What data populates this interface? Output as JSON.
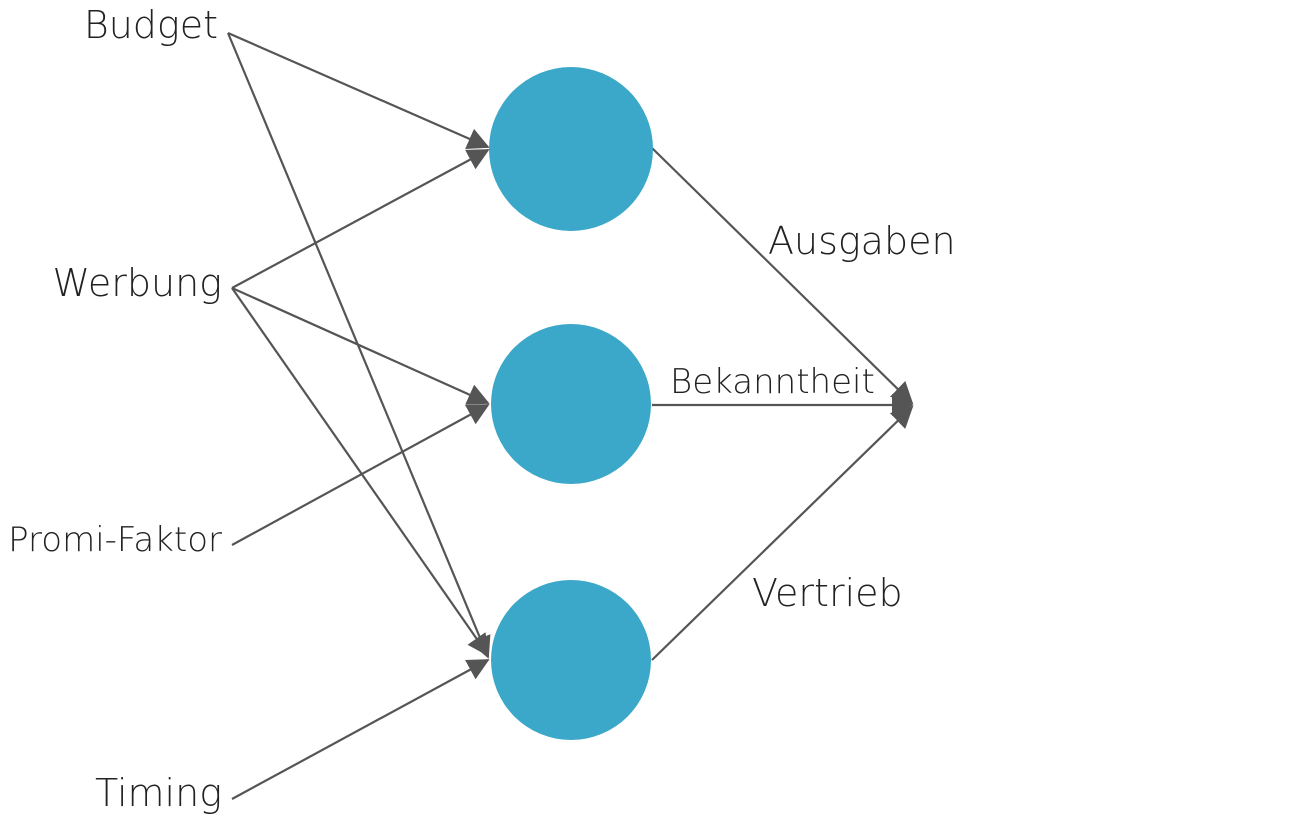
{
  "inputs": {
    "budget": "Budget",
    "werbung": "Werbung",
    "promi_faktor": "Promi-Faktor",
    "timing": "Timing"
  },
  "edge_labels": {
    "ausgaben": "Ausgaben",
    "bekanntheit": "Bekanntheit",
    "vertrieb": "Vertrieb"
  },
  "colors": {
    "node_fill": "#3ba7c9",
    "edge_stroke": "#555555",
    "text": "#222222",
    "background": "#ffffff"
  }
}
